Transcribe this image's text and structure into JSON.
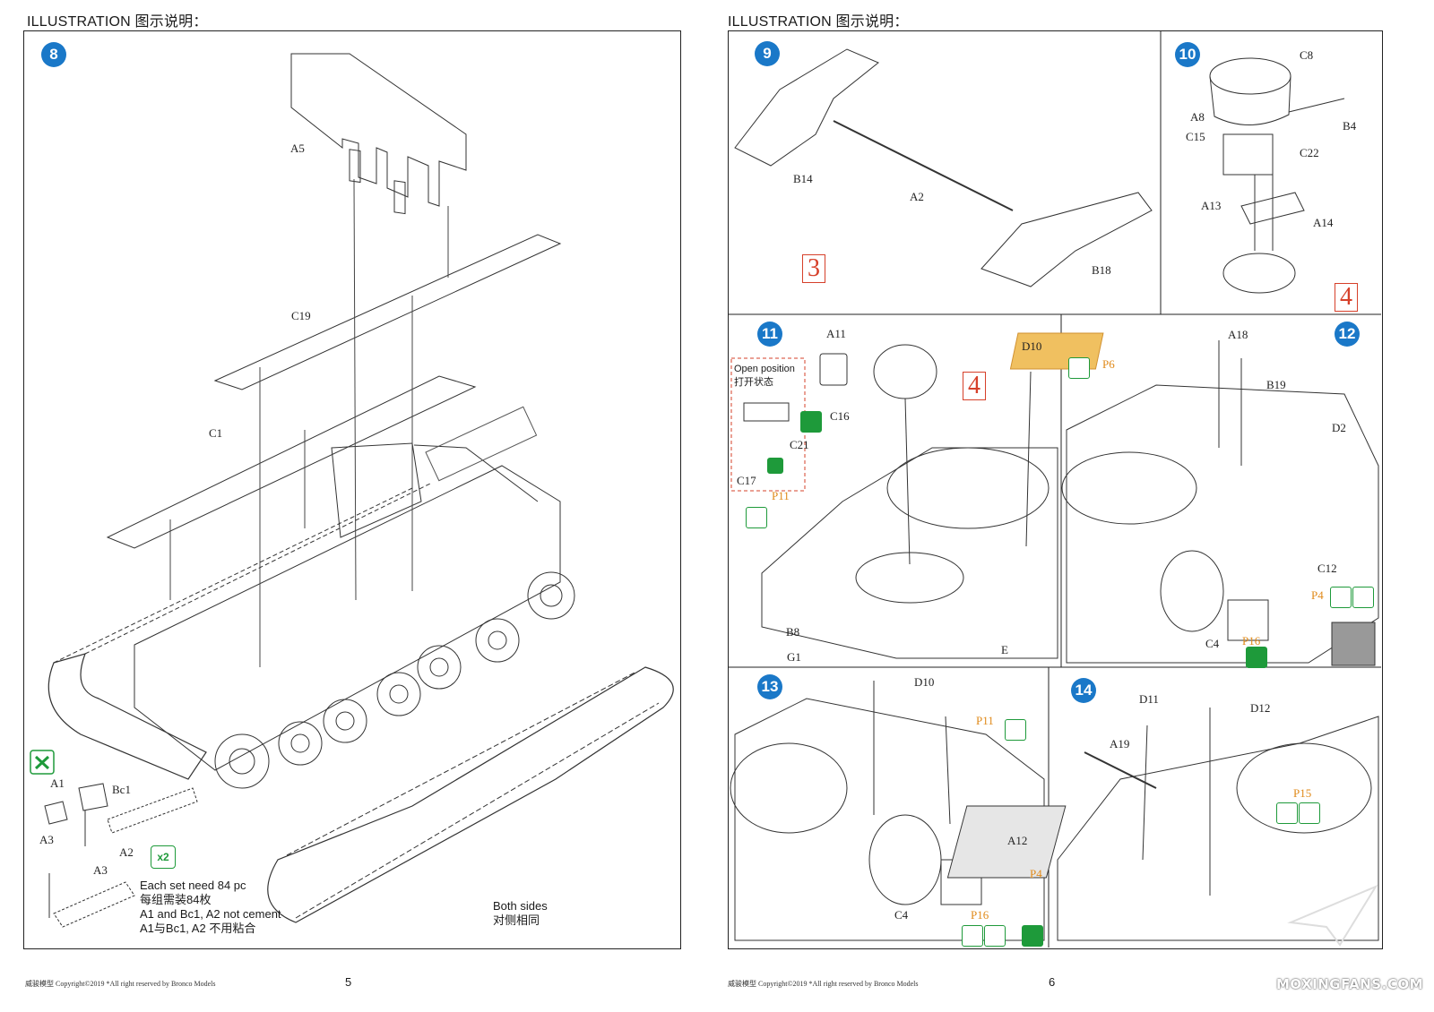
{
  "left_page": {
    "header": "ILLUSTRATION 图示说明：",
    "step": "8",
    "labels": {
      "a5": "A5",
      "c19": "C19",
      "c1": "C1",
      "a1": "A1",
      "bc1": "Bc1",
      "a2": "A2",
      "a3": "A3",
      "a3b": "A3"
    },
    "multiplier": "x2",
    "note_lines": [
      "Each set need 84 pc",
      "每组需装84枚",
      "A1 and Bc1, A2 not cement",
      "A1与Bc1, A2 不用粘合"
    ],
    "both_sides_lines": [
      "Both sides",
      "对侧相同"
    ],
    "footer": "威骏模型  Copyright©2019  *All right reserved by Bronco Models",
    "page_number": "5"
  },
  "right_page": {
    "header": "ILLUSTRATION 图示说明：",
    "steps": {
      "s9": {
        "number": "9",
        "labels": {
          "b14": "B14",
          "a2": "A2",
          "b18": "B18"
        },
        "ref": "3"
      },
      "s10": {
        "number": "10",
        "labels": {
          "c8": "C8",
          "a8": "A8",
          "b4": "B4",
          "c15": "C15",
          "c22": "C22",
          "a13": "A13",
          "a14": "A14"
        },
        "ref": "4"
      },
      "s11": {
        "number": "11",
        "labels": {
          "a11": "A11",
          "d10": "D10",
          "c16": "C16",
          "c21": "C21",
          "c17": "C17",
          "p11": "P11",
          "b8": "B8",
          "g1": "G1",
          "e": "E"
        },
        "ref": "4",
        "open_lines": [
          "Open position",
          "打开状态"
        ]
      },
      "s12": {
        "number": "12",
        "labels": {
          "a18": "A18",
          "p6": "P6",
          "b19": "B19",
          "d2": "D2",
          "c12": "C12",
          "p4": "P4",
          "c4": "C4",
          "p16": "P16"
        }
      },
      "s13": {
        "number": "13",
        "labels": {
          "d10": "D10",
          "p11": "P11",
          "a12": "A12",
          "p4": "P4",
          "p16": "P16",
          "c4": "C4"
        }
      },
      "s14": {
        "number": "14",
        "labels": {
          "d11": "D11",
          "d12": "D12",
          "a19": "A19",
          "p15": "P15"
        }
      }
    },
    "footer": "威骏模型  Copyright©2019  *All right reserved by Bronco Models",
    "page_number": "6"
  },
  "watermark": "MOXINGFANS.COM",
  "colors": {
    "badge": "#1a78c8",
    "ref_red": "#d6402a",
    "etch_orange": "#e08a1a",
    "icon_green": "#1e9a3a"
  }
}
